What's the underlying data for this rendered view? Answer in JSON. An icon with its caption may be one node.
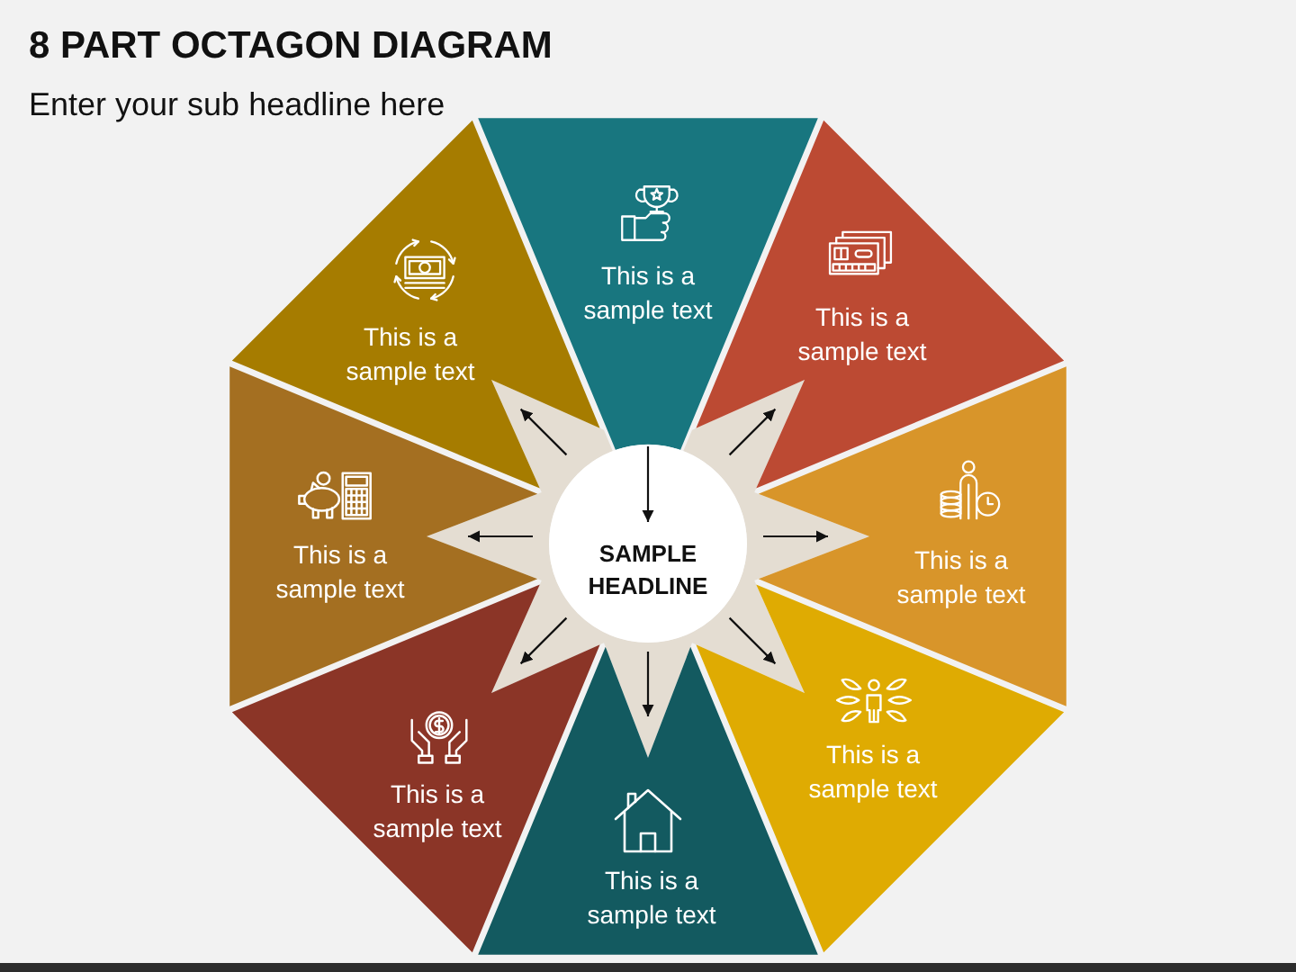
{
  "diagram": {
    "title": "8 PART OCTAGON DIAGRAM",
    "nodes": [
      {
        "text": [
          "SAMPLE HEADLINE"
        ]
      },
      {
        "text": [
          "This is a sample text"
        ]
      },
      {
        "text": [
          "This is a sample text"
        ]
      },
      {
        "text": [
          "This is a sample text"
        ]
      },
      {
        "text": [
          "This is a sample text"
        ]
      },
      {
        "text": [
          "This is a sample text"
        ]
      },
      {
        "text": [
          "This is a sample text"
        ]
      },
      {
        "text": [
          "This is a sample text"
        ]
      },
      {
        "text": [
          "This is a sample text"
        ]
      }
    ],
    "edges": [
      {
        "from": 1,
        "to": 0,
        "arrow": "to"
      },
      {
        "from": 0,
        "to": 2,
        "arrow": "to"
      },
      {
        "from": 0,
        "to": 3,
        "arrow": "to"
      },
      {
        "from": 0,
        "to": 4,
        "arrow": "to"
      },
      {
        "from": 0,
        "to": 5,
        "arrow": "to"
      },
      {
        "from": 0,
        "to": 6,
        "arrow": "to"
      },
      {
        "from": 0,
        "to": 7,
        "arrow": "to"
      },
      {
        "from": 0,
        "to": 8,
        "arrow": "to"
      }
    ],
    "labels": [
      "Enter your sub headline here"
    ]
  }
}
